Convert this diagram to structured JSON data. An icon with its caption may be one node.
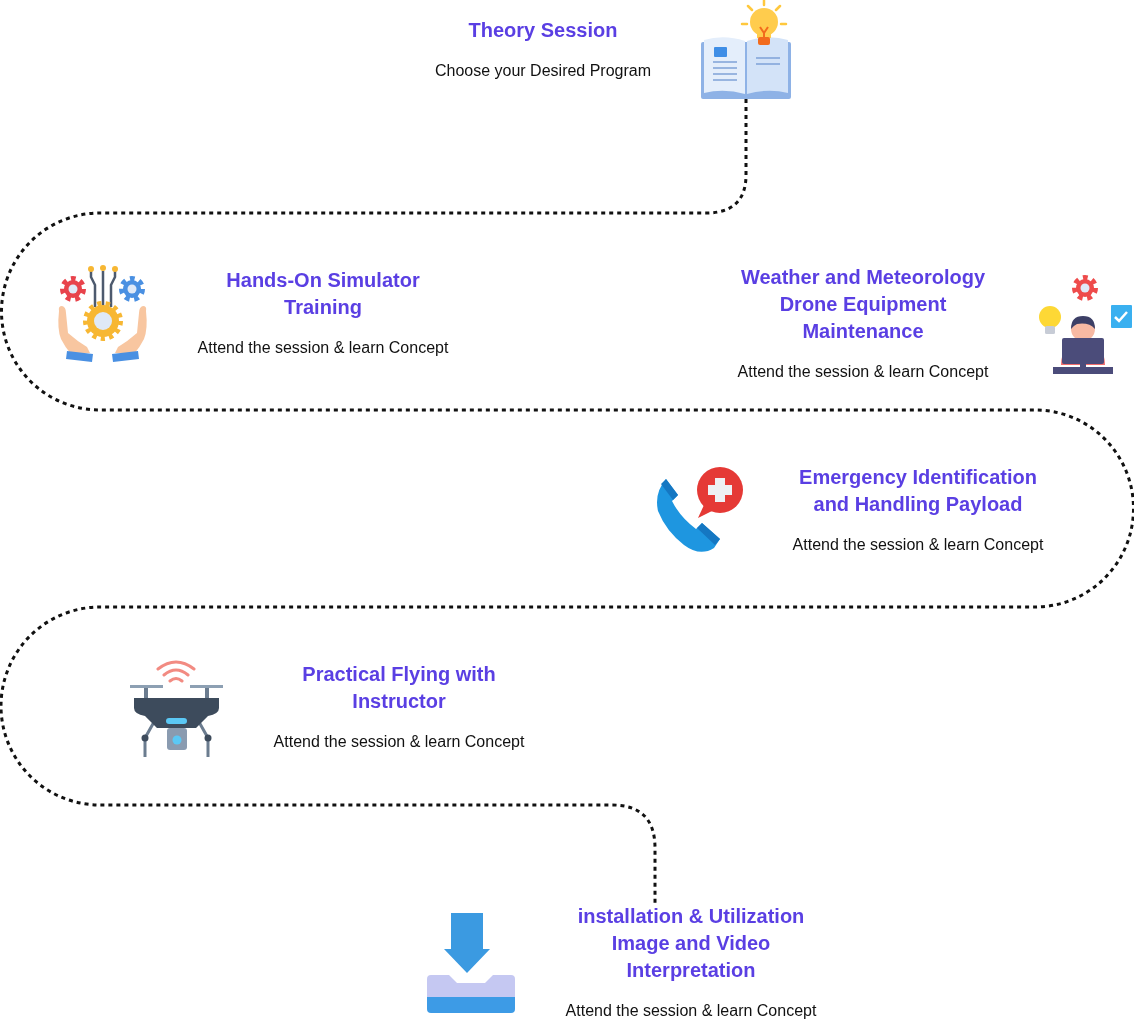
{
  "diagram": {
    "nodes": [
      {
        "text": [
          "Theory Session",
          "Choose your Desired Program"
        ]
      },
      {
        "text": [],
        "shape": "picture"
      },
      {
        "text": [
          "Hands-On Simulator Training",
          "Attend the session & learn Concept"
        ]
      },
      {
        "text": [
          "Weather and Meteorology Drone Equipment Maintenance",
          "Attend the session & learn Concept"
        ]
      },
      {
        "text": [
          "Emergency Identification and Handling Payload",
          "Attend the session & learn Concept"
        ]
      },
      {
        "text": [
          "Practical Flying with Instructor",
          "Attend the session & learn Concept"
        ]
      },
      {
        "text": [
          "installation & Utilization Image and Video Interpretation",
          "Attend the session & learn Concept"
        ]
      }
    ],
    "edges": [
      {
        "from": 1,
        "to": 6,
        "arrow": "none",
        "style": "dashed"
      }
    ]
  }
}
